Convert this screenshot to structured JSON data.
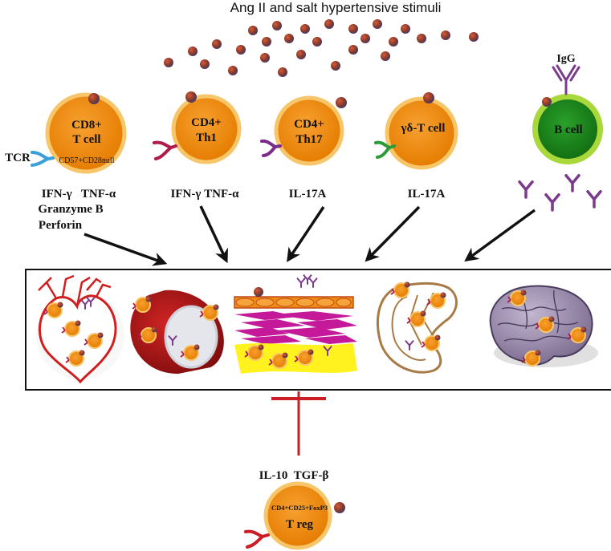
{
  "title": "Ang II and salt hypertensive stimuli",
  "cells": {
    "cd8": {
      "line1": "CD8+",
      "line2": "T cell",
      "receptor_label": "TCR",
      "surface_markers": "CD57+CD28null",
      "cytokines_line1": "IFN-γ   TNF-α",
      "cytokines_line2": "Granzyme B",
      "cytokines_line3": "Perforin"
    },
    "th1": {
      "line1": "CD4+",
      "line2": "Th1",
      "cytokines": "IFN-γ TNF-α"
    },
    "th17": {
      "line1": "CD4+",
      "line2": "Th17",
      "cytokines": "IL-17A"
    },
    "gdt": {
      "label": "γδ-T cell",
      "cytokines": "IL-17A"
    },
    "bcell": {
      "label": "B cell",
      "antibody_label": "IgG"
    },
    "treg": {
      "surface_markers": "CD4+CD25+FoxP3",
      "label": "T reg",
      "cytokines": "IL-10  TGF-β"
    }
  },
  "organs": [
    "heart",
    "blood-vessel",
    "vessel-wall",
    "kidney",
    "brain"
  ],
  "colors": {
    "cell_fill": "#f08c12",
    "cell_border": "#f7c66a",
    "particle": "#8a3a2a",
    "particle_dark": "#4a3a6a",
    "arrow": "#111111",
    "inhibition": "#cc1d24",
    "bcell_fill": "#1f8a1f",
    "bcell_border": "#a8d83c",
    "antibody": "#7b3b8c",
    "heart": "#d11f1f",
    "vessel": "#b01515",
    "brain": "#8e7fa0",
    "kidney": "#a87a45"
  }
}
